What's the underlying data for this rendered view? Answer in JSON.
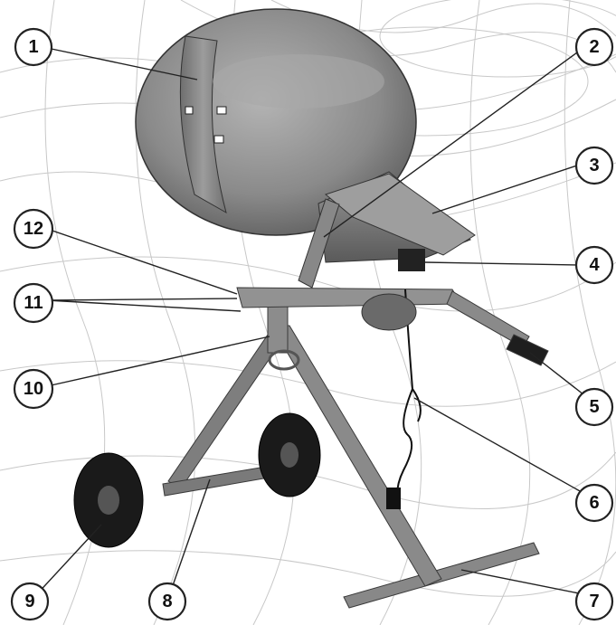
{
  "diagram": {
    "callouts": [
      {
        "id": 1,
        "label": "1"
      },
      {
        "id": 2,
        "label": "2"
      },
      {
        "id": 3,
        "label": "3"
      },
      {
        "id": 4,
        "label": "4"
      },
      {
        "id": 5,
        "label": "5"
      },
      {
        "id": 6,
        "label": "6"
      },
      {
        "id": 7,
        "label": "7"
      },
      {
        "id": 8,
        "label": "8"
      },
      {
        "id": 9,
        "label": "9"
      },
      {
        "id": 10,
        "label": "10"
      },
      {
        "id": 11,
        "label": "11"
      },
      {
        "id": 12,
        "label": "12"
      }
    ],
    "colors": {
      "drum": "#8a8a8a",
      "drum_dark": "#5e5e5e",
      "frame": "#7a7a7a",
      "wheel": "#1a1a1a",
      "outline": "#222222"
    }
  }
}
